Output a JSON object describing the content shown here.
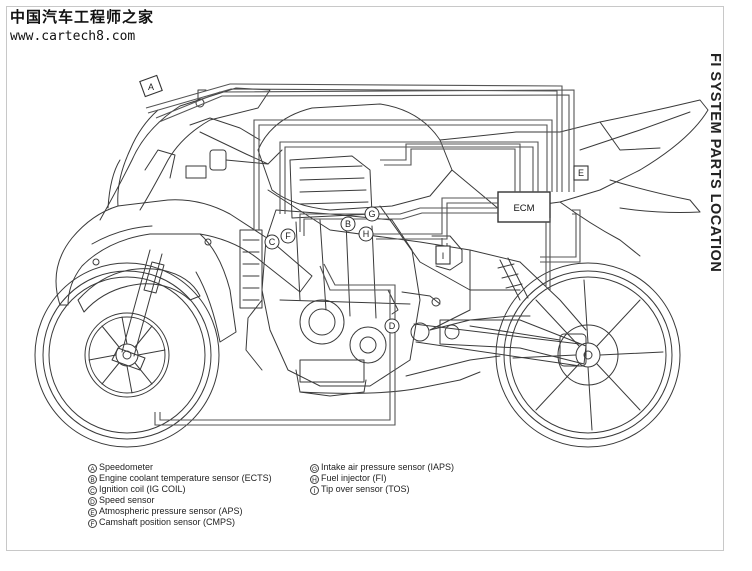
{
  "watermark": {
    "chinese": "中国汽车工程师之家",
    "url": "www.cartech8.com"
  },
  "page_title": "FI SYSTEM PARTS LOCATION",
  "ecm_label": "ECM",
  "callouts": {
    "A": "A",
    "B": "B",
    "C": "C",
    "D": "D",
    "E": "E",
    "F": "F",
    "G": "G",
    "H": "H",
    "I": "I"
  },
  "legend": {
    "left": [
      {
        "letter": "A",
        "text": "Speedometer"
      },
      {
        "letter": "B",
        "text": "Engine coolant temperature sensor (ECTS)"
      },
      {
        "letter": "C",
        "text": "Ignition coil (IG COIL)"
      },
      {
        "letter": "D",
        "text": "Speed sensor"
      },
      {
        "letter": "E",
        "text": "Atmospheric pressure sensor (APS)"
      },
      {
        "letter": "F",
        "text": "Camshaft position sensor (CMPS)"
      }
    ],
    "right": [
      {
        "letter": "G",
        "text": "Intake air pressure sensor (IAPS)"
      },
      {
        "letter": "H",
        "text": "Fuel injector (FI)"
      },
      {
        "letter": "I",
        "text": "Tip over sensor (TOS)"
      }
    ]
  },
  "colors": {
    "line": "#3a3a3a",
    "harness": "#555555",
    "frame": "#c8c8c8"
  }
}
